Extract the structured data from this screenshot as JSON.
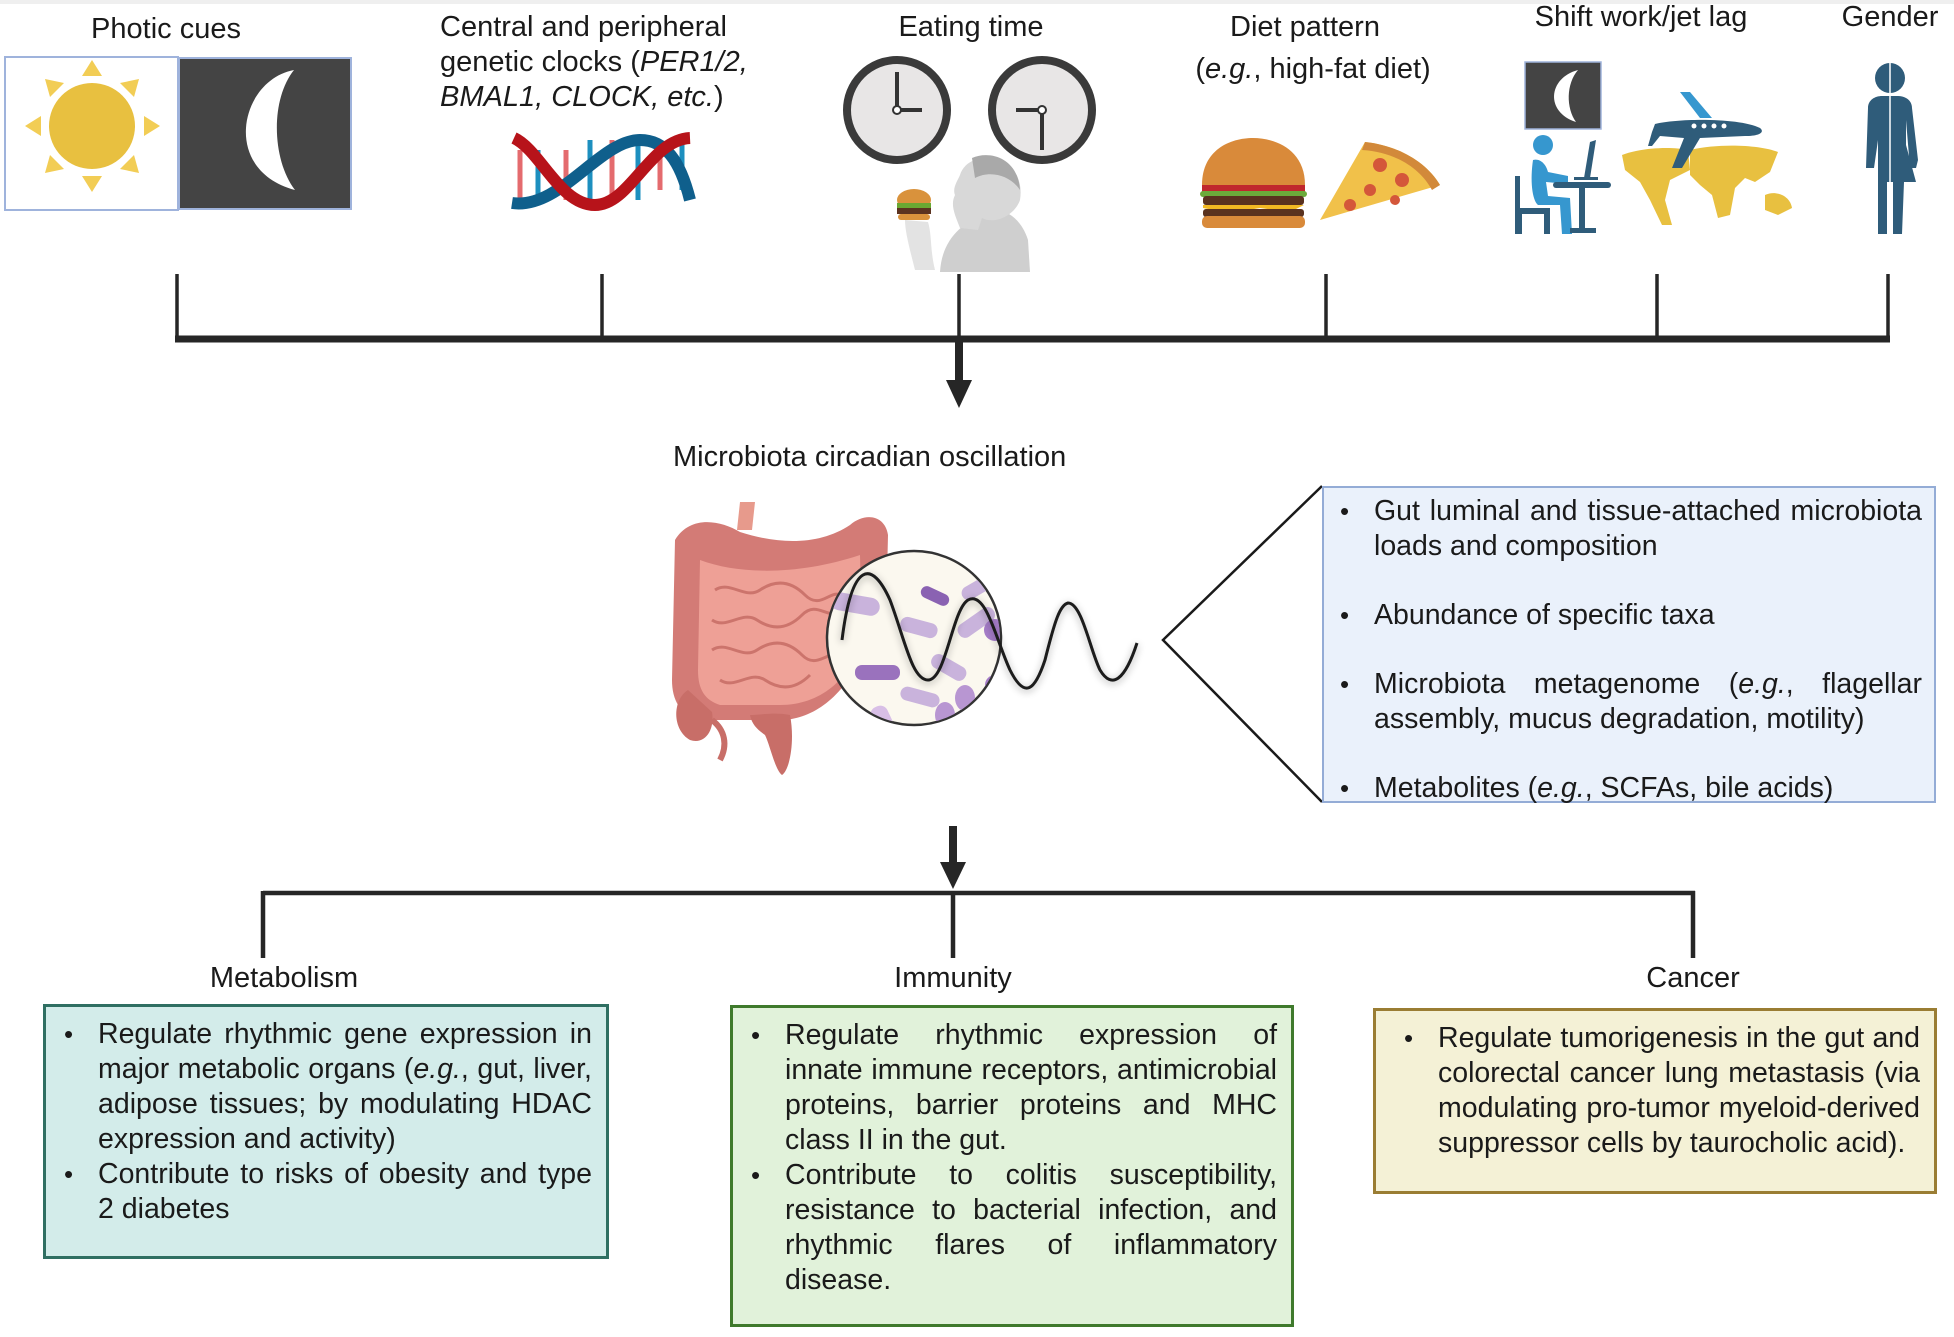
{
  "figure": {
    "factors": [
      {
        "id": "photic",
        "label": "Photic cues",
        "icons": [
          "sun-icon",
          "moon-icon"
        ]
      },
      {
        "id": "genetic",
        "label_lines": [
          "Central and peripheral",
          "genetic clocks (",
          "PER1/2,",
          "BMAL1, CLOCK, etc.",
          ")"
        ],
        "icons": [
          "dna-helix-icon"
        ]
      },
      {
        "id": "eating",
        "label": "Eating time",
        "icons": [
          "clock-icon",
          "clock-icon",
          "person-eating-icon"
        ]
      },
      {
        "id": "diet",
        "label": "Diet pattern",
        "sublabel_italic": "e.g.",
        "sublabel_rest": ", high-fat diet)",
        "sublabel_open": "(",
        "icons": [
          "burger-icon",
          "pizza-icon"
        ]
      },
      {
        "id": "shift",
        "label": "Shift work/jet lag",
        "icons": [
          "night-moon-icon",
          "desk-worker-icon",
          "airplane-icon",
          "world-map-icon"
        ]
      },
      {
        "id": "gender",
        "label": "Gender",
        "icons": [
          "gender-figure-icon"
        ]
      }
    ],
    "center": {
      "title": "Microbiota circadian oscillation",
      "icons": [
        "intestine-icon",
        "bacteria-magnifier-icon",
        "oscillation-wave-icon"
      ]
    },
    "oscillation_features": [
      {
        "text": "Gut luminal and tissue-attached microbiota loads and composition"
      },
      {
        "text": "Abundance of specific taxa"
      },
      {
        "pre": "Microbiota metagenome (",
        "italic": "e.g.",
        "post": ", flagellar assembly, mucus degradation, motility)"
      },
      {
        "pre": "Metabolites (",
        "italic": "e.g.",
        "post": ", SCFAs, bile acids)"
      }
    ],
    "outcomes": [
      {
        "label": "Metabolism",
        "bullets": [
          {
            "pre": "Regulate rhythmic gene expression in major metabolic organs (",
            "italic": "e.g.",
            "post": ", gut, liver, adipose tissues; by modulating HDAC expression and activity)"
          },
          {
            "pre": "Contribute to risks of obesity and type 2 diabetes",
            "italic": "",
            "post": ""
          }
        ]
      },
      {
        "label": "Immunity",
        "bullets": [
          {
            "pre": "Regulate rhythmic expression of innate immune receptors, antimicrobial proteins, barrier proteins and MHC class II in the gut.",
            "italic": "",
            "post": ""
          },
          {
            "pre": "Contribute to colitis susceptibility, resistance to bacterial infection, and rhythmic flares of inflammatory disease.",
            "italic": "",
            "post": ""
          }
        ]
      },
      {
        "label": "Cancer",
        "bullets": [
          {
            "pre": "Regulate tumorigenesis in the gut and colorectal cancer lung metastasis (via modulating pro-tumor myeloid-derived suppressor cells by taurocholic acid).",
            "italic": "",
            "post": ""
          }
        ]
      }
    ],
    "colors": {
      "line": "#262626",
      "features_box_fill": "#eaf1fb",
      "features_box_border": "#94acd6",
      "metabolism_fill": "#d3ecea",
      "metabolism_border": "#2f6f62",
      "immunity_fill": "#e1f2da",
      "immunity_border": "#3f7a2c",
      "cancer_fill": "#f4f1d6",
      "cancer_border": "#9a7d33",
      "sun": "#e8c040",
      "sun_rays": "#f2cd55",
      "night": "#444444",
      "dna_red": "#b7131a",
      "dna_blue": "#0f5f8c",
      "icon_navy": "#2f5c7a",
      "icon_blue": "#3697cf",
      "map_yellow": "#e8c040"
    }
  }
}
